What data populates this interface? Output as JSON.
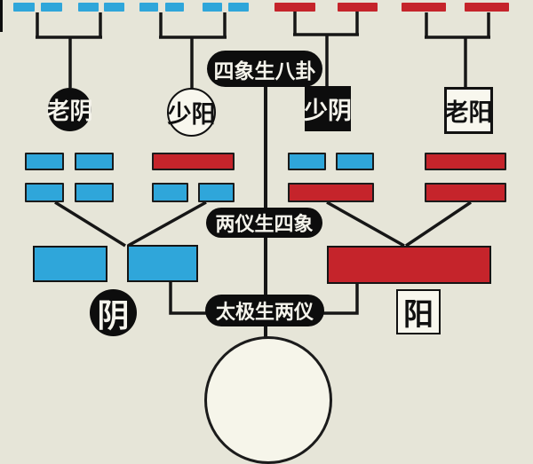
{
  "diagram": {
    "stage_labels": {
      "stage1": "太极生两仪",
      "stage2": "两仪生四象",
      "stage3": "四象生八卦"
    },
    "two_forms": {
      "yin": "阴",
      "yang": "阳"
    },
    "four_images": [
      {
        "label": "老阴",
        "node_style": "black-circle",
        "lines_top_to_bottom": [
          "yin",
          "yin"
        ]
      },
      {
        "label": "少阳",
        "node_style": "white-circle",
        "lines_top_to_bottom": [
          "yang",
          "yin"
        ]
      },
      {
        "label": "少阴",
        "node_style": "black-square",
        "lines_top_to_bottom": [
          "yin",
          "yang"
        ]
      },
      {
        "label": "老阳",
        "node_style": "white-square",
        "lines_top_to_bottom": [
          "yang",
          "yang"
        ]
      }
    ],
    "trigram_row": [
      "yin",
      "yin",
      "yin",
      "yin",
      "yang",
      "yang",
      "yang",
      "yang"
    ],
    "colors": {
      "yin_blue": "#2fa6da",
      "yang_red": "#c5242b",
      "background": "#e6e5d8",
      "line_black": "#161616",
      "node_white": "#f8f7ee"
    }
  }
}
